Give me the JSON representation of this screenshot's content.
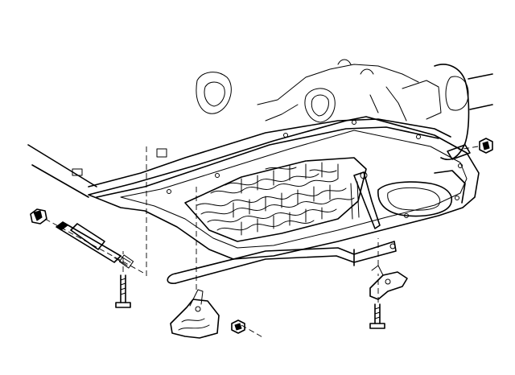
{
  "diagram": {
    "labels": [],
    "parts": [
      "transmission-case",
      "oil-pan-gasket",
      "valve-body",
      "manual-valve-lever",
      "rear-servo-bracket",
      "shift-rod",
      "kickdown-servo",
      "bracket-left",
      "bracket-right",
      "mounting-bolt-left",
      "mounting-bolt-right",
      "hex-nut-left",
      "hex-nut-center",
      "hex-nut-right"
    ]
  }
}
